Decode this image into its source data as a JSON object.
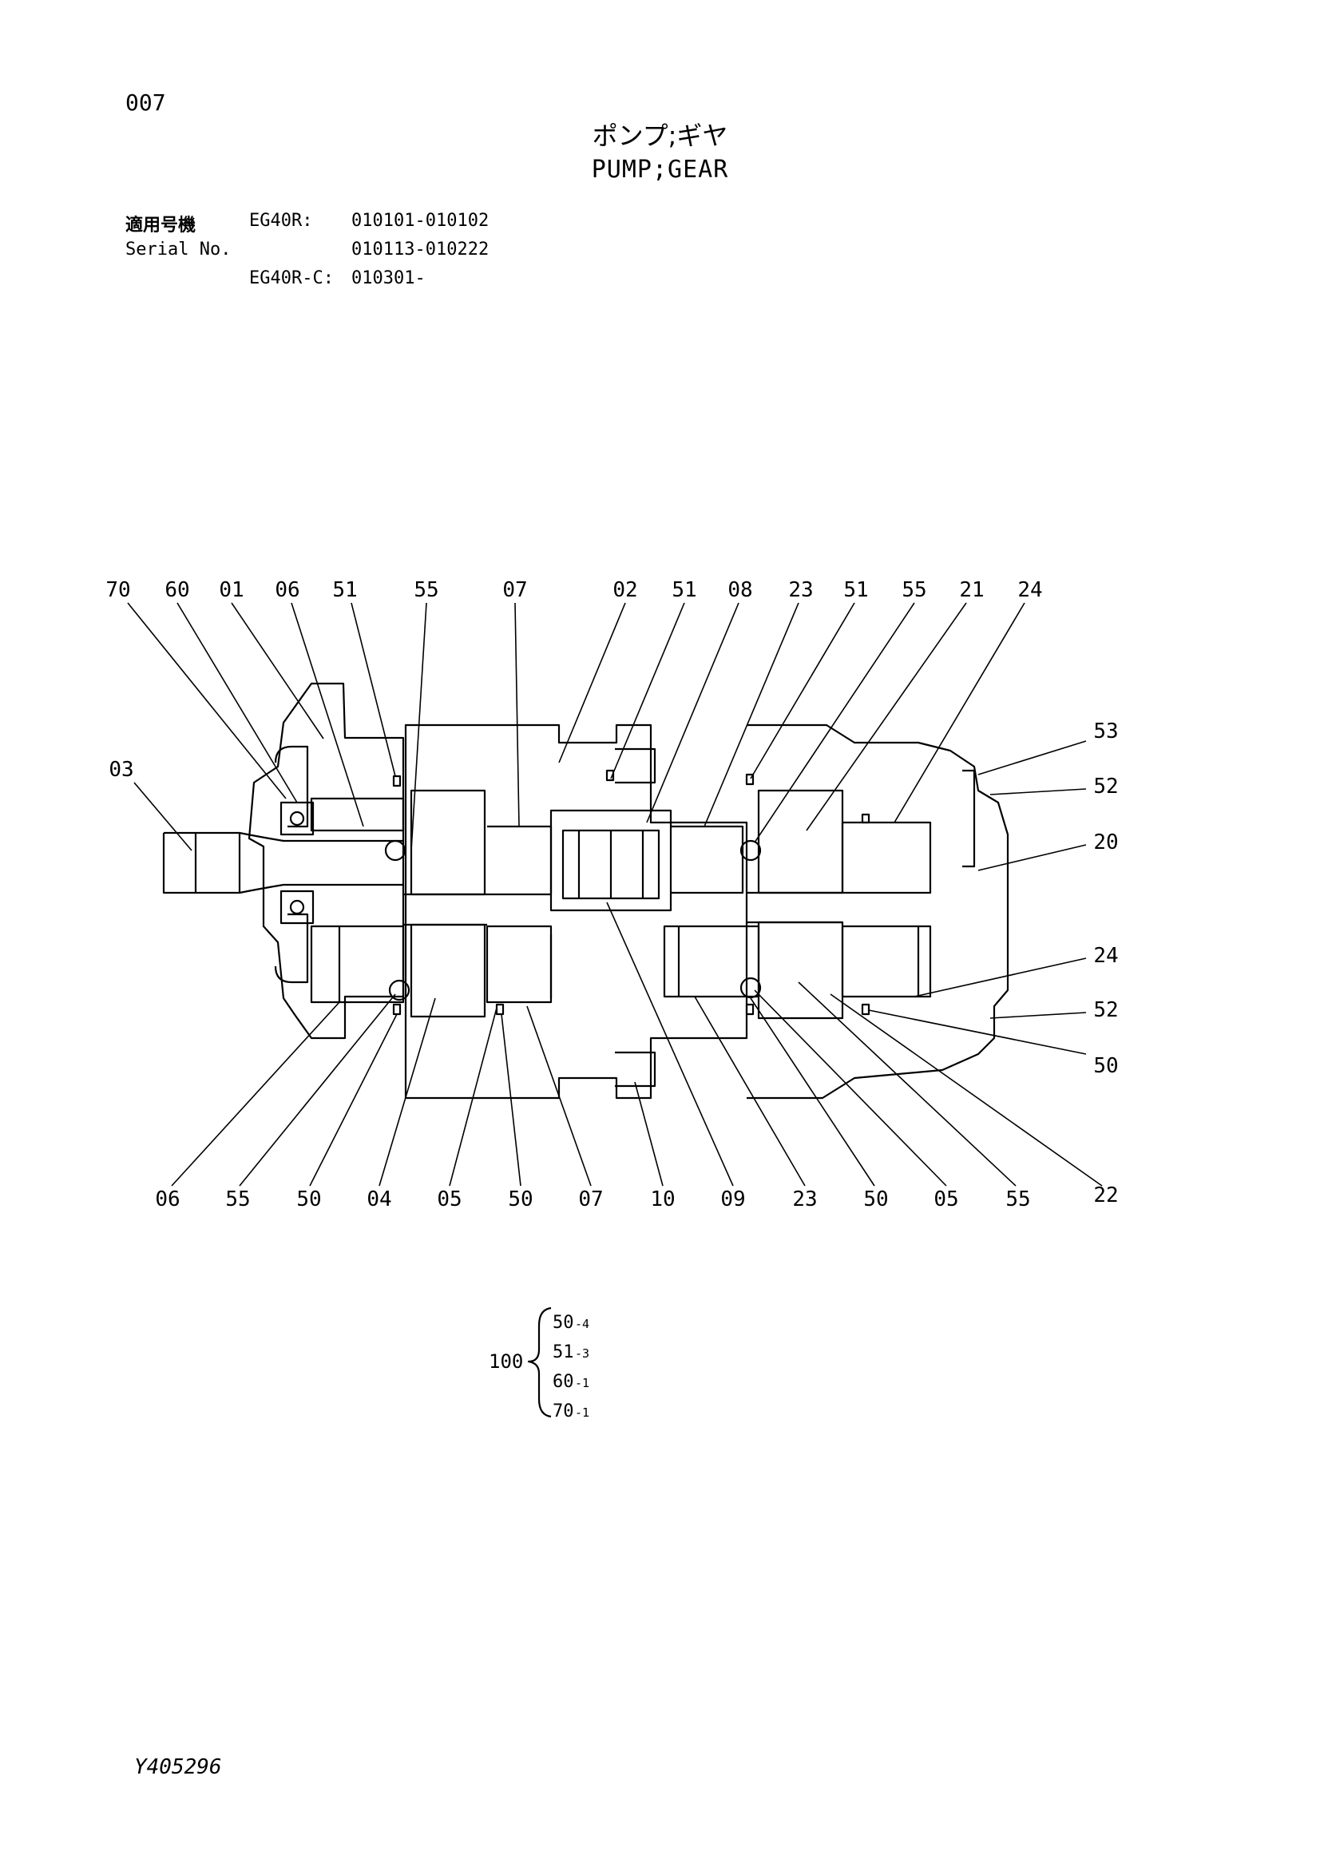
{
  "page_number": "007",
  "title_jp": "ポンプ;ギヤ",
  "title_en": "PUMP;GEAR",
  "serial_info": {
    "label_jp": "適用号機",
    "label_en": "Serial No.",
    "rows": [
      {
        "model": "EG40R:",
        "range": "010101-010102"
      },
      {
        "model": "",
        "range": "010113-010222"
      },
      {
        "model": "EG40R-C:",
        "range": "010301-"
      }
    ]
  },
  "callouts_top": [
    "70",
    "60",
    "01",
    "06",
    "51",
    "55",
    "07",
    "02",
    "51",
    "08",
    "23",
    "51",
    "55",
    "21",
    "24"
  ],
  "callouts_left": [
    "03"
  ],
  "callouts_right": [
    "53",
    "52",
    "20",
    "24",
    "52",
    "50"
  ],
  "callouts_bottom": [
    "06",
    "55",
    "50",
    "04",
    "05",
    "50",
    "07",
    "10",
    "09",
    "23",
    "50",
    "05",
    "55",
    "22"
  ],
  "kit": {
    "number": "100",
    "items": [
      {
        "part": "50",
        "qty": "-4"
      },
      {
        "part": "51",
        "qty": "-3"
      },
      {
        "part": "60",
        "qty": "-1"
      },
      {
        "part": "70",
        "qty": "-1"
      }
    ]
  },
  "drawing_number": "Y405296"
}
